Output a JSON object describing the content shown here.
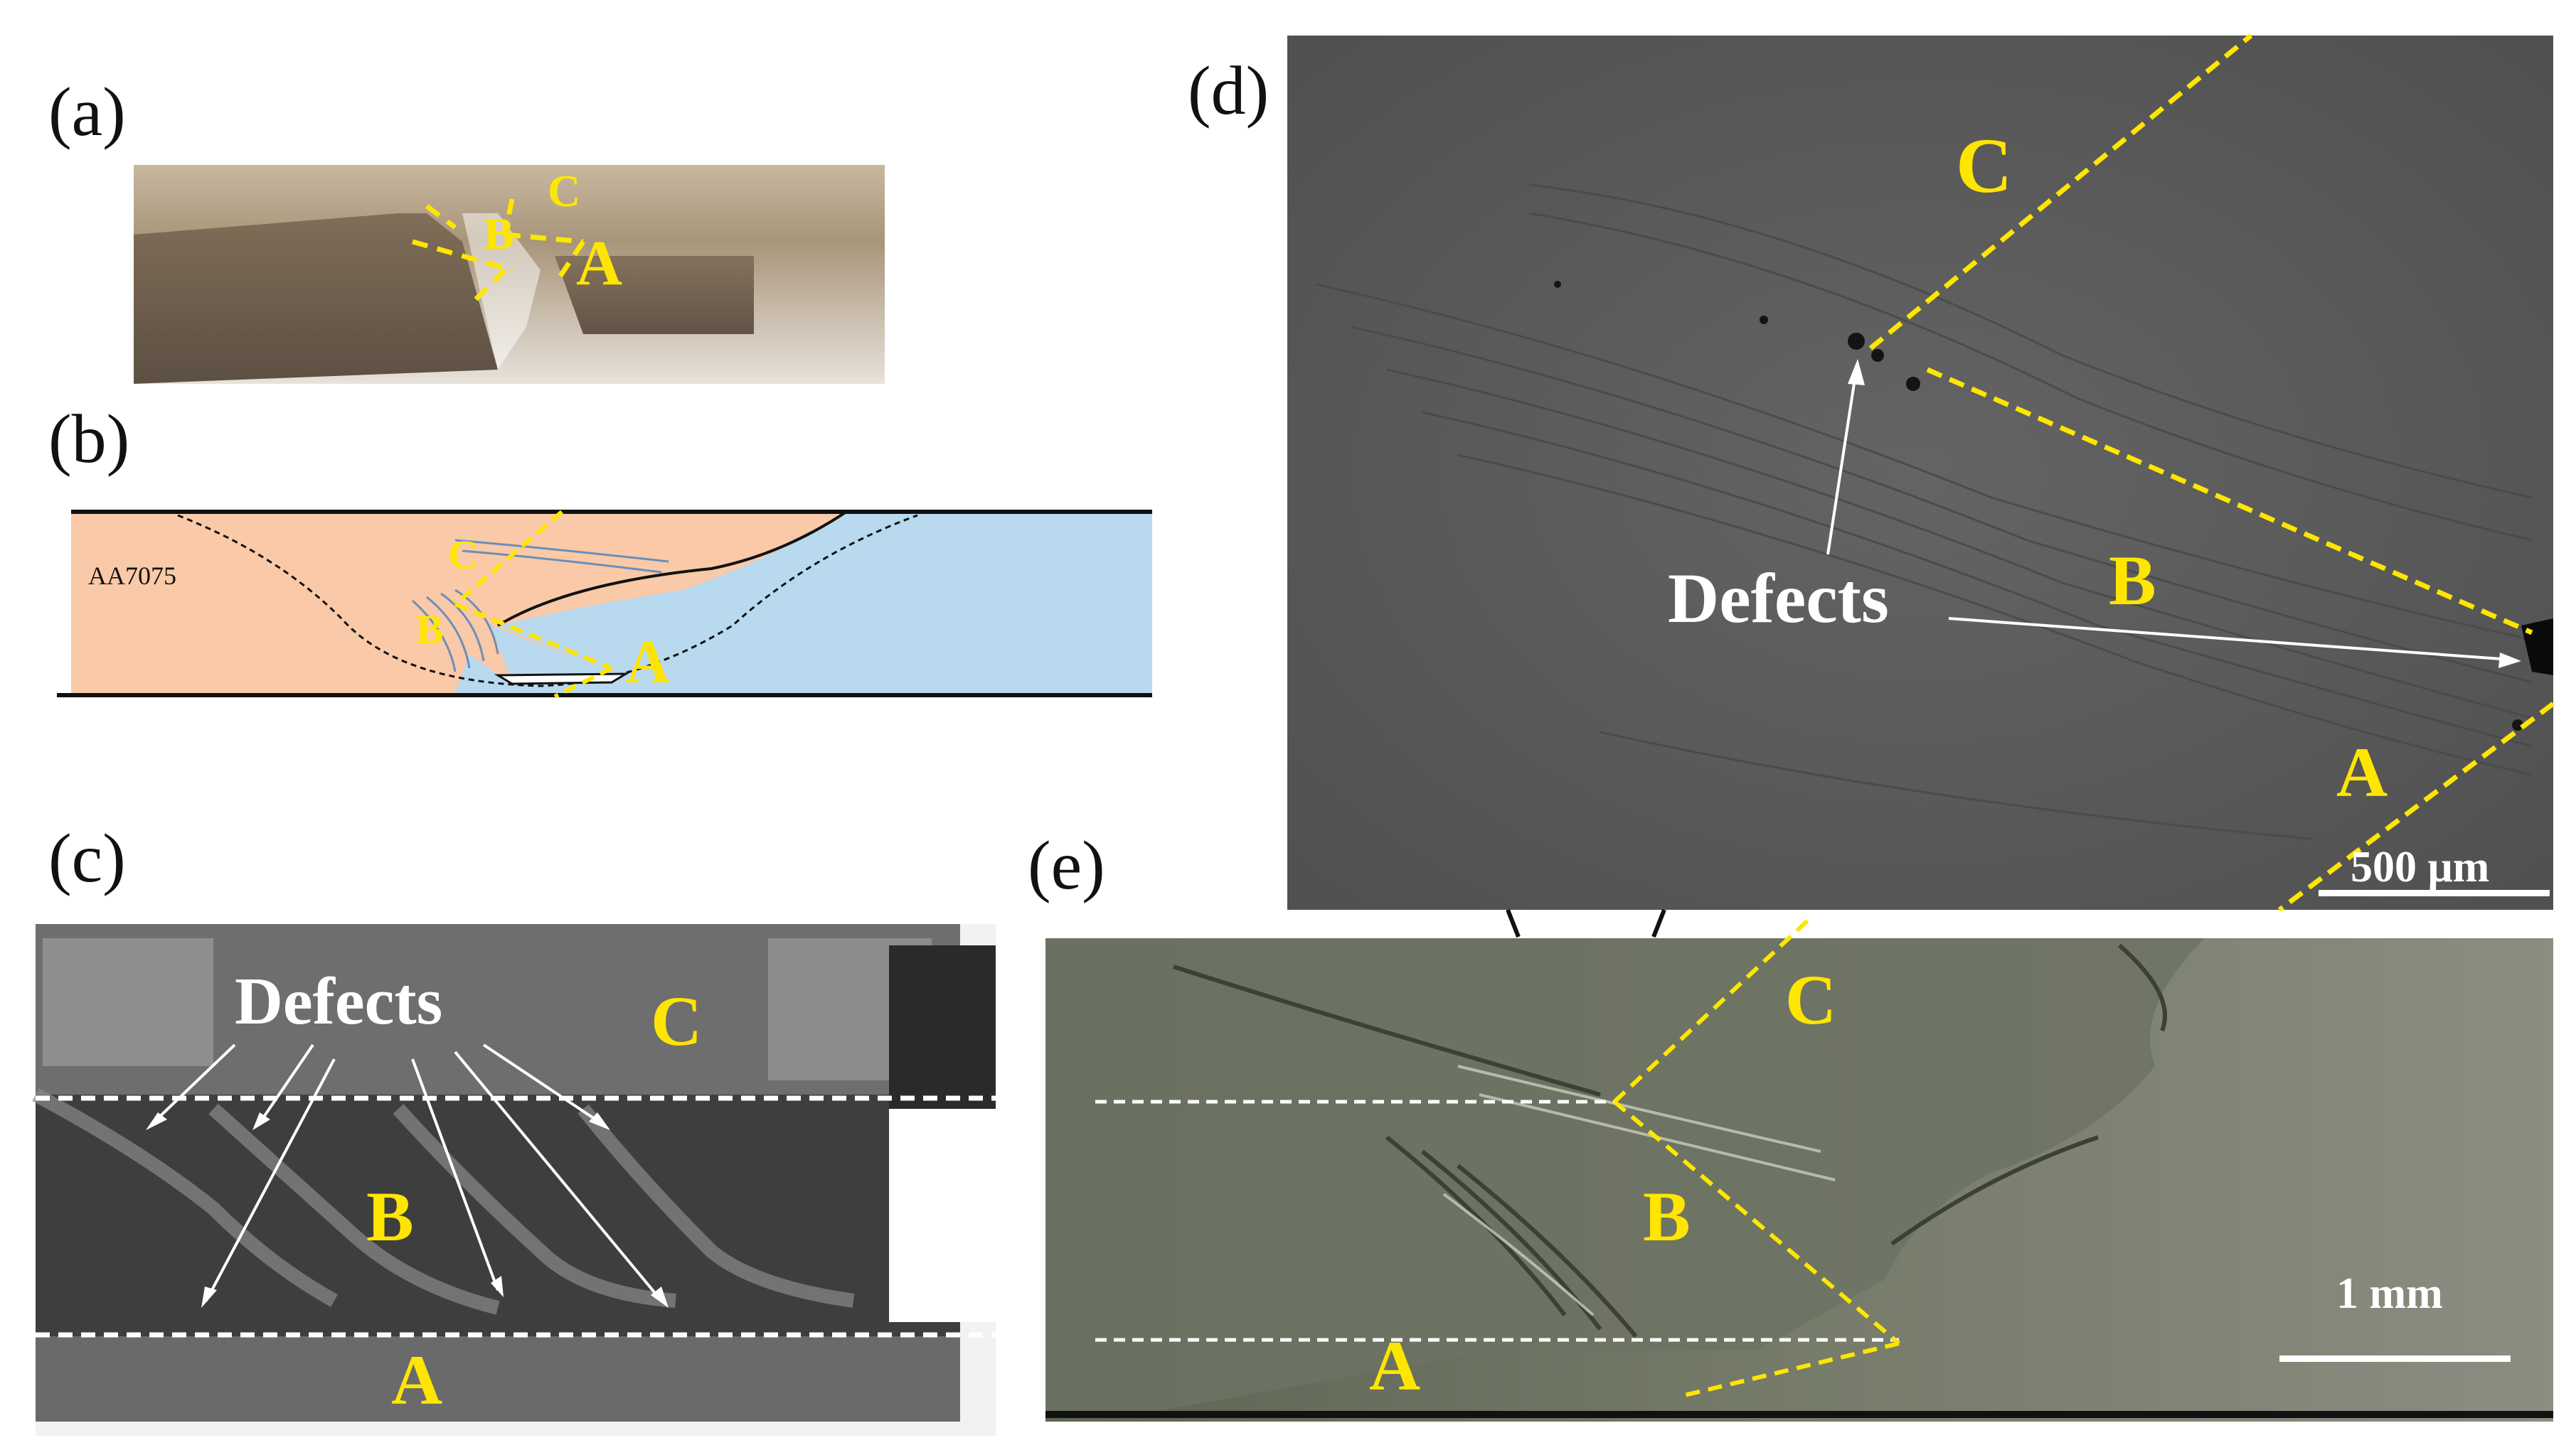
{
  "panels": {
    "a": {
      "letter": "(a)",
      "zones": {
        "A": "A",
        "B": "B",
        "C": "C"
      }
    },
    "b": {
      "letter": "(b)",
      "alloy": "AA7075",
      "zones": {
        "A": "A",
        "B": "B",
        "C": "C"
      }
    },
    "c": {
      "letter": "(c)",
      "defects": "Defects",
      "zones": {
        "A": "A",
        "B": "B",
        "C": "C"
      }
    },
    "d": {
      "letter": "(d)",
      "defects": "Defects",
      "scale_bar": "500 μm",
      "zones": {
        "A": "A",
        "B": "B",
        "C": "C"
      }
    },
    "e": {
      "letter": "(e)",
      "scale_bar": "1 mm",
      "zones": {
        "A": "A",
        "B": "B",
        "C": "C"
      }
    }
  },
  "colors": {
    "zone_label": "#ffe600",
    "dashed_line": "#ffe600",
    "defect_label": "#ffffff",
    "aluminium_side": "#f9c9a8",
    "other_side": "#b8d9ee"
  }
}
